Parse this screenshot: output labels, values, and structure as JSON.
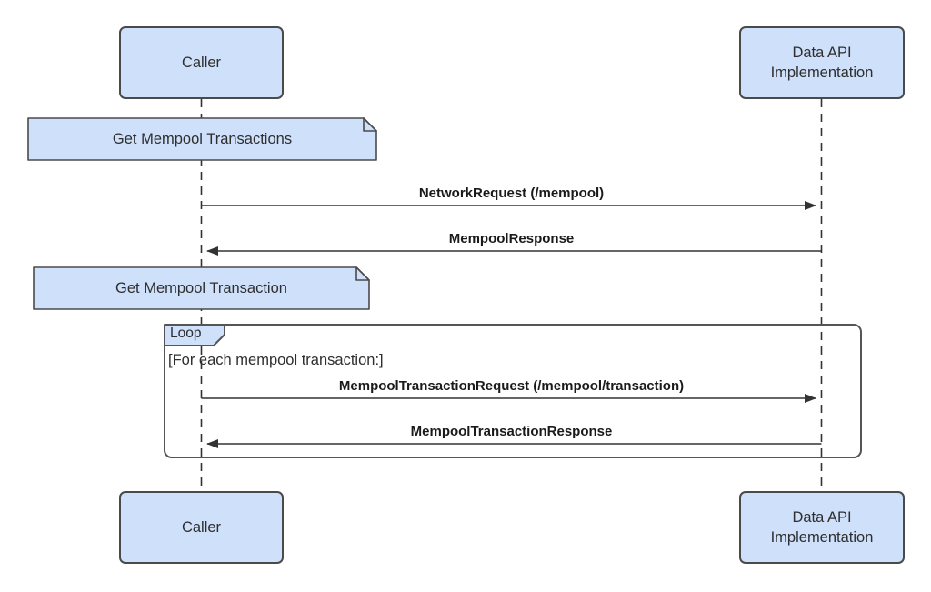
{
  "diagram": {
    "type": "sequence",
    "actors": [
      {
        "id": "caller",
        "label": "Caller"
      },
      {
        "id": "data-api",
        "label": "Data API Implementation"
      }
    ],
    "notes": [
      {
        "text": "Get Mempool Transactions",
        "over": "caller"
      },
      {
        "text": "Get Mempool Transaction",
        "over": "caller"
      }
    ],
    "messages": [
      {
        "text": "NetworkRequest (/mempool)",
        "from": "caller",
        "to": "data-api",
        "in_loop": false
      },
      {
        "text": "MempoolResponse",
        "from": "data-api",
        "to": "caller",
        "in_loop": false
      },
      {
        "text": "MempoolTransactionRequest (/mempool/transaction)",
        "from": "caller",
        "to": "data-api",
        "in_loop": true
      },
      {
        "text": "MempoolTransactionResponse",
        "from": "data-api",
        "to": "caller",
        "in_loop": true
      }
    ],
    "loop": {
      "label": "Loop",
      "condition": "[For each mempool transaction:]"
    },
    "colors": {
      "actor_fill": "#cfe0fb",
      "actor_border": "#4a4a4a",
      "loop_border": "#555555",
      "line": "#333333",
      "text": "#2e2e2e",
      "msg_text": "#1a1a1a",
      "bg": "#ffffff"
    }
  }
}
